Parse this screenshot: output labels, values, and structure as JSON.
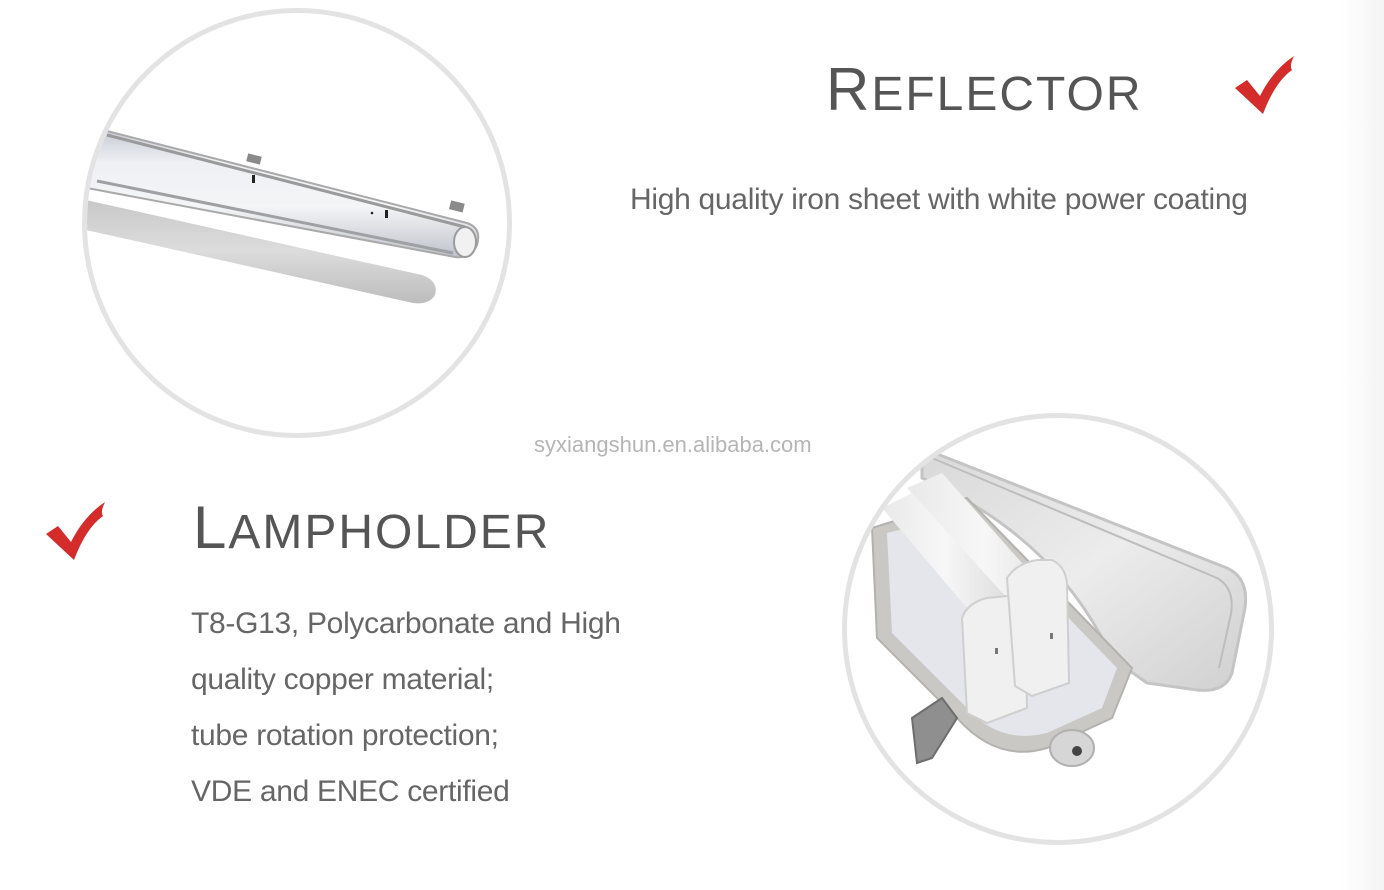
{
  "watermark": "syxiangshun.en.alibaba.com",
  "colors": {
    "accent_check": "#d42b2b",
    "heading": "#555555",
    "body_text": "#666666",
    "circle_border": "#e3e3e3",
    "watermark": "#b5b5b5"
  },
  "features": [
    {
      "title_cap": "R",
      "title_rest": "EFLECTOR",
      "title": "Reflector",
      "icon": "checkmark-icon",
      "description_lines": [
        "High quality iron sheet with white power coating"
      ],
      "image": "single-tube-fixture-image"
    },
    {
      "title_cap": "L",
      "title_rest": "AMPHOLDER",
      "title": "Lampholder",
      "icon": "checkmark-icon",
      "description_lines": [
        "T8-G13, Polycarbonate and High",
        "quality copper material;",
        "tube rotation protection;",
        "VDE and ENEC certified"
      ],
      "image": "double-tube-fixture-image"
    }
  ]
}
